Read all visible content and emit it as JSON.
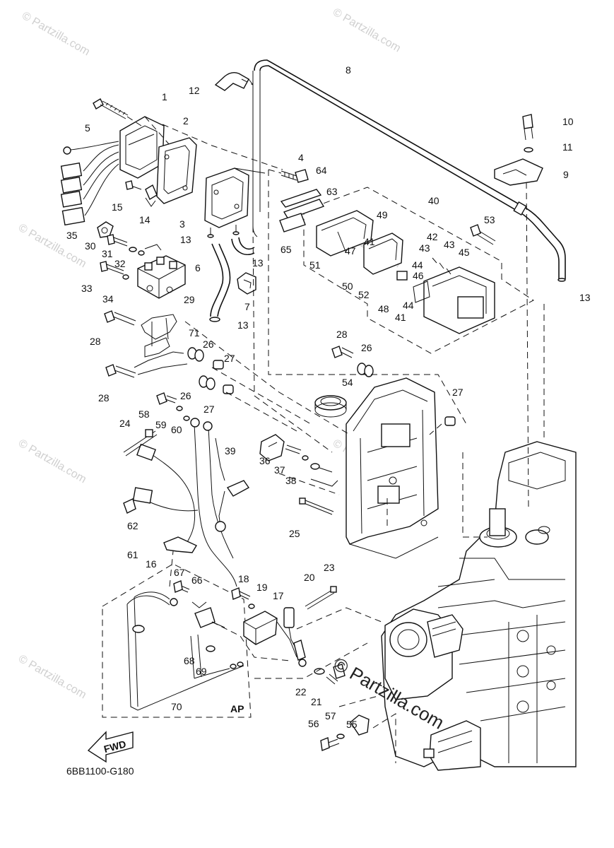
{
  "diagram_code": "6BB1100-G180",
  "watermark_text": "© Partzilla.com",
  "center_watermark": "© Partzilla.com",
  "fwd_label": "FWD",
  "ap_label": "AP",
  "part_numbers": [
    "1",
    "2",
    "3",
    "4",
    "5",
    "6",
    "7",
    "8",
    "9",
    "10",
    "11",
    "12",
    "13",
    "14",
    "15",
    "16",
    "17",
    "18",
    "19",
    "20",
    "21",
    "22",
    "23",
    "24",
    "25",
    "26",
    "27",
    "28",
    "29",
    "30",
    "31",
    "32",
    "33",
    "34",
    "35",
    "36",
    "37",
    "38",
    "39",
    "40",
    "41",
    "42",
    "43",
    "44",
    "45",
    "46",
    "47",
    "48",
    "49",
    "50",
    "51",
    "52",
    "53",
    "54",
    "55",
    "56",
    "57",
    "58",
    "59",
    "60",
    "61",
    "62",
    "63",
    "64",
    "65",
    "66",
    "67",
    "68",
    "69",
    "70",
    "71"
  ],
  "colors": {
    "ink": "#111111",
    "watermark": "#d0d0d0",
    "paper": "#ffffff"
  }
}
